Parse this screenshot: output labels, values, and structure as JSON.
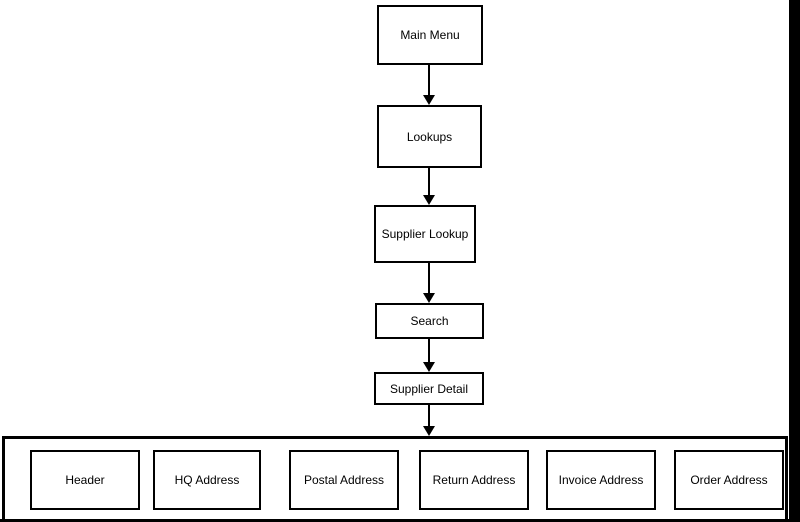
{
  "diagram": {
    "type": "flowchart",
    "flow_nodes": [
      {
        "id": "main-menu",
        "label": "Main Menu"
      },
      {
        "id": "lookups",
        "label": "Lookups"
      },
      {
        "id": "supplier-lookup",
        "label": "Supplier Lookup"
      },
      {
        "id": "search",
        "label": "Search"
      },
      {
        "id": "supplier-detail",
        "label": "Supplier Detail"
      }
    ],
    "detail_group": {
      "nodes": [
        {
          "id": "header",
          "label": "Header"
        },
        {
          "id": "hq-address",
          "label": "HQ Address"
        },
        {
          "id": "postal-address",
          "label": "Postal Address"
        },
        {
          "id": "return-address",
          "label": "Return Address"
        },
        {
          "id": "invoice-address",
          "label": "Invoice Address"
        },
        {
          "id": "order-address",
          "label": "Order Address"
        }
      ]
    },
    "connectors": [
      {
        "from": "main-menu",
        "to": "lookups"
      },
      {
        "from": "lookups",
        "to": "supplier-lookup"
      },
      {
        "from": "supplier-lookup",
        "to": "search"
      },
      {
        "from": "search",
        "to": "supplier-detail"
      },
      {
        "from": "supplier-detail",
        "to": "detail-group"
      }
    ],
    "colors": {
      "node_border": "#000000",
      "node_fill": "#ffffff",
      "connector": "#000000",
      "background": "#ffffff",
      "frame_edge": "#000000"
    }
  }
}
